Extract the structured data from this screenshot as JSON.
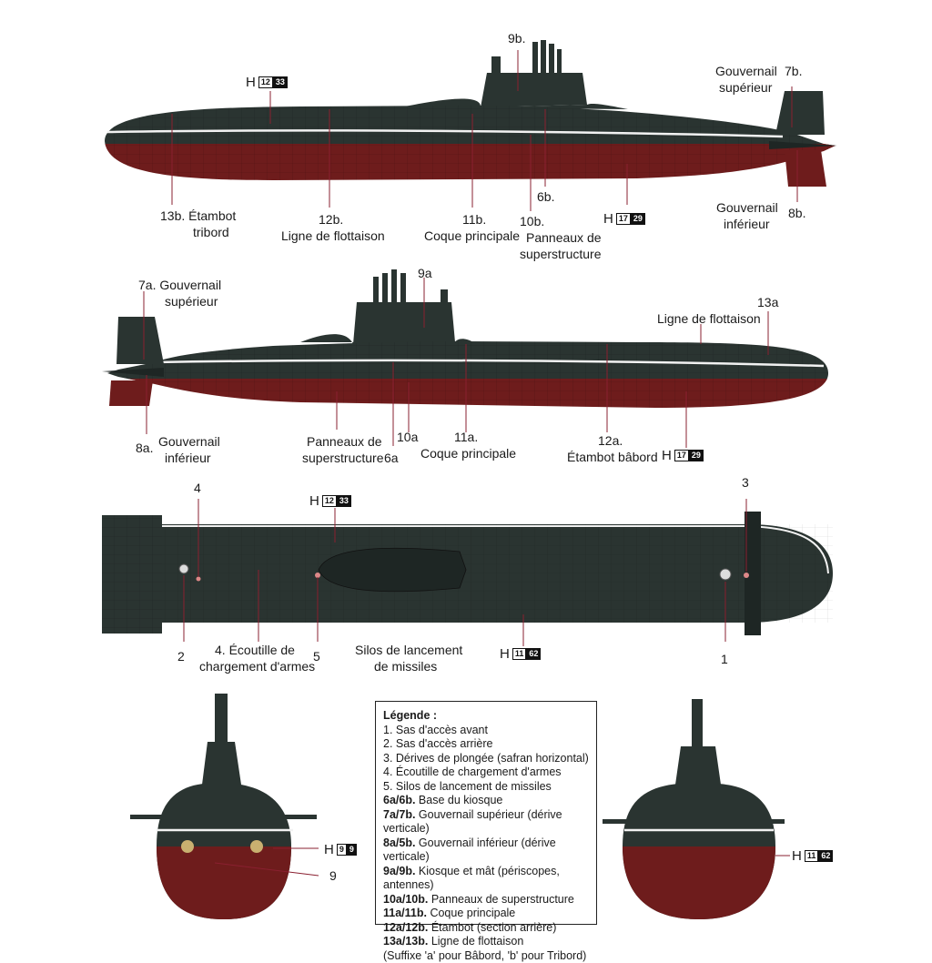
{
  "colors": {
    "hull": "#2a3431",
    "hull_dark": "#1e2624",
    "red_hull": "#6e1c1c",
    "white_line": "#f2f2f2",
    "leader": "#8a2030"
  },
  "icons": {
    "legend-box": "box",
    "leader-lines": "thin lines"
  },
  "side_starboard": {
    "label_9b": "9b.",
    "label_7b_title": "7b.",
    "label_7b_line1": "Gouvernail",
    "label_7b_line2": "supérieur",
    "label_13b_line1": "13b. Étambot",
    "label_13b_line2": "tribord",
    "label_12b_line1": "12b.",
    "label_12b_line2": "Ligne de flottaison",
    "label_11b_line1": "11b.",
    "label_11b_line2": "Coque principale",
    "label_10b_line1": "10b.",
    "label_10b_line2": "Panneaux de",
    "label_10b_line3": "superstructure",
    "label_6b": "6b.",
    "label_8b_line1": "Gouvernail",
    "label_8b_line2": "inférieur",
    "label_8b": "8b.",
    "paint_top": {
      "h": "H",
      "c1": "12",
      "c2": "33"
    },
    "paint_bottom": {
      "h": "H",
      "c1": "17",
      "c2": "29"
    }
  },
  "side_port": {
    "label_9a": "9a",
    "label_7a_line1": "7a.  Gouvernail",
    "label_7a_line2": "supérieur",
    "label_13a": "13a",
    "label_flottaison": "Ligne de flottaison",
    "label_8a": "8a.",
    "label_8a_line1": "Gouvernail",
    "label_8a_line2": "inférieur",
    "label_panneaux_line1": "Panneaux de",
    "label_panneaux_line2": "superstructure",
    "label_6a": "6a",
    "label_10a": "10a",
    "label_11a_line1": "11a.",
    "label_11a_line2": "Coque principale",
    "label_12a_line1": "12a.",
    "label_12a_line2": "Étambot bâbord",
    "paint": {
      "h": "H",
      "c1": "17",
      "c2": "29"
    }
  },
  "top_view": {
    "label_4": "4",
    "label_3": "3",
    "label_2": "2",
    "label_5": "5",
    "label_1": "1",
    "label_4_line1": "4. Écoutille de",
    "label_4_line2": "chargement d'armes",
    "label_silos_line1": "Silos de lancement",
    "label_silos_line2": "de missiles",
    "paint_top": {
      "h": "H",
      "c1": "12",
      "c2": "33"
    },
    "paint_bottom": {
      "h": "H",
      "c1": "11",
      "c2": "62"
    }
  },
  "end_views": {
    "label_9": "9",
    "paint_left": {
      "h": "H",
      "c1": "9",
      "c2": "9"
    },
    "paint_right": {
      "h": "H",
      "c1": "11",
      "c2": "62"
    }
  },
  "legend": {
    "title": "Légende :",
    "items": [
      {
        "key": "",
        "text": "1. Sas d'accès avant"
      },
      {
        "key": "",
        "text": "2. Sas d'accès arrière"
      },
      {
        "key": "",
        "text": "3. Dérives de plongée (safran horizontal)"
      },
      {
        "key": "",
        "text": "4. Écoutille de chargement d'armes"
      },
      {
        "key": "",
        "text": "5. Silos de lancement de missiles"
      },
      {
        "key": "6a/6b.",
        "text": "Base du kiosque"
      },
      {
        "key": "7a/7b.",
        "text": "Gouvernail supérieur (dérive verticale)"
      },
      {
        "key": "8a/5b.",
        "text": "Gouvernail inférieur (dérive verticale)"
      },
      {
        "key": "9a/9b.",
        "text": "Kiosque et mât (périscopes, antennes)"
      },
      {
        "key": "10a/10b.",
        "text": "Panneaux de superstructure"
      },
      {
        "key": "11a/11b.",
        "text": "Coque principale"
      },
      {
        "key": "12a/12b.",
        "text": "Étambot (section arrière)"
      },
      {
        "key": "13a/13b.",
        "text": "Ligne de flottaison"
      },
      {
        "key": "",
        "text": "(Suffixe 'a' pour Bâbord, 'b' pour Tribord)"
      }
    ]
  }
}
